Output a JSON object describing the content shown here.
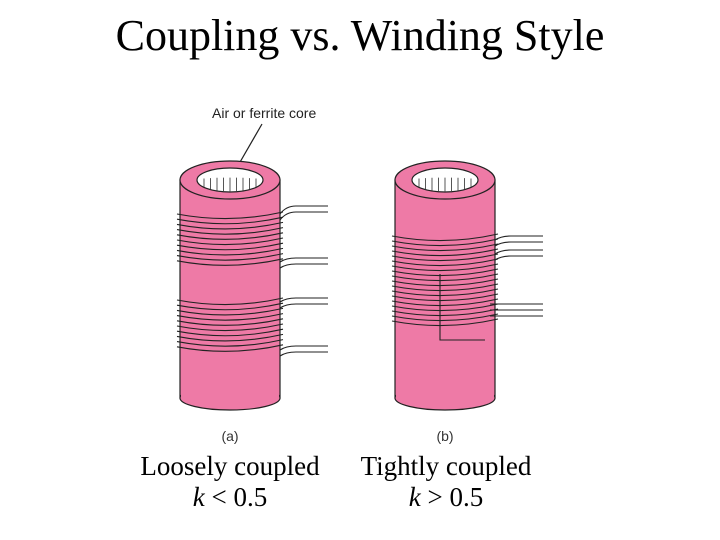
{
  "title": "Coupling vs. Winding Style",
  "diagram": {
    "core_label": "Air or ferrite core",
    "panel_a_label": "(a)",
    "panel_b_label": "(b)"
  },
  "captions": {
    "a_line1": "Loosely coupled",
    "a_k_symbol": "k",
    "a_k_relation": "< 0.5",
    "b_line1": "Tightly coupled",
    "b_k_symbol": "k",
    "b_k_relation": "> 0.5"
  },
  "colors": {
    "core_fill": "#ee7aa6",
    "core_edge": "#222222",
    "background": "#ffffff"
  }
}
